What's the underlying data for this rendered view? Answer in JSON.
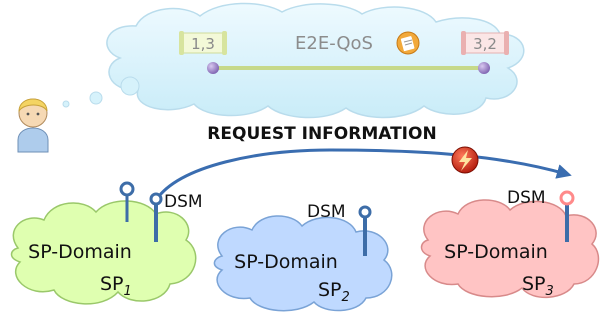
{
  "qos_cloud": {
    "title": "E2E-QoS",
    "left_flag": "1,3",
    "right_flag": "3,2"
  },
  "request_label": "REQUEST INFORMATION",
  "domains": [
    {
      "label": "SP-Domain",
      "sp_main": "SP",
      "sp_sub": "1",
      "dsm": "DSM",
      "color": "#dfffb0"
    },
    {
      "label": "SP-Domain",
      "sp_main": "SP",
      "sp_sub": "2",
      "dsm": "DSM",
      "color": "#bfd9ff"
    },
    {
      "label": "SP-Domain",
      "sp_main": "SP",
      "sp_sub": "3",
      "dsm": "DSM",
      "color": "#ffc4c4"
    }
  ],
  "colors": {
    "qos_cloud": "#d6f2fb",
    "qos_line": "#c6d98a",
    "node": "#9e88c8",
    "pin": "#3d6da8",
    "arrow": "#3a6db0"
  }
}
